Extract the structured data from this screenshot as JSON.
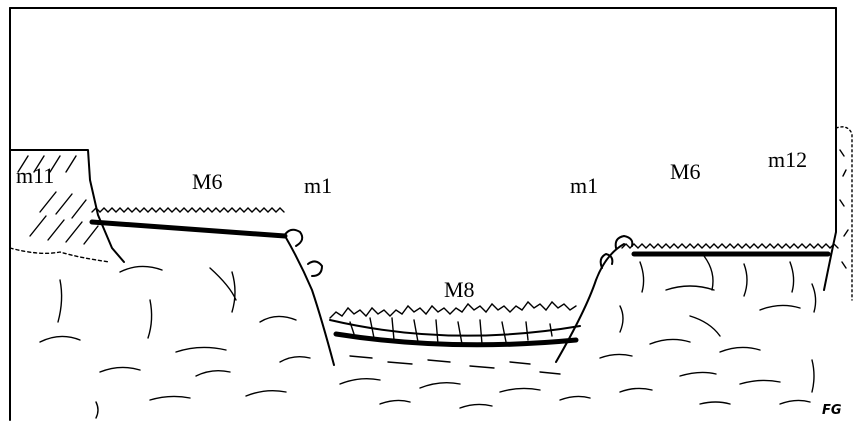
{
  "diagram": {
    "labels": {
      "m11": "m11",
      "m6_left": "M6",
      "m1_left": "m1",
      "m8": "M8",
      "m1_right": "m1",
      "m6_right": "M6",
      "m12": "m12",
      "signature": "FG"
    }
  }
}
